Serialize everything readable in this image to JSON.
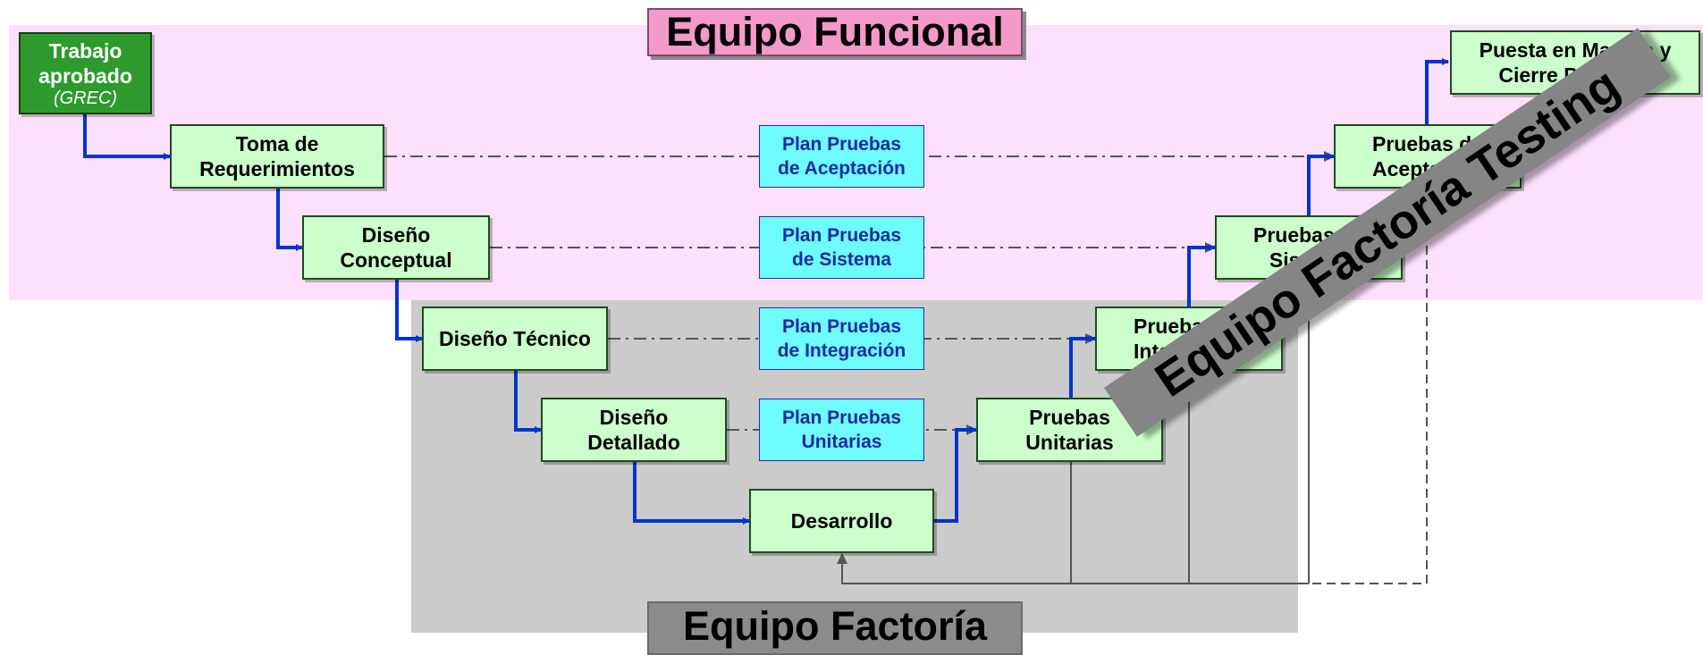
{
  "titles": {
    "equipo_funcional": "Equipo Funcional",
    "equipo_factoria": "Equipo Factoría",
    "equipo_factoria_testing": "Equipo Factoría Testing"
  },
  "nodes": {
    "trabajo_aprobado": {
      "line1": "Trabajo",
      "line2": "aprobado",
      "sub": "(GREC)"
    },
    "toma_requerimientos": {
      "line1": "Toma de",
      "line2": "Requerimientos"
    },
    "diseno_conceptual": {
      "line1": "Diseño",
      "line2": "Conceptual"
    },
    "diseno_tecnico": {
      "line1": "Diseño Técnico"
    },
    "diseno_detallado": {
      "line1": "Diseño",
      "line2": "Detallado"
    },
    "desarrollo": {
      "line1": "Desarrollo"
    },
    "pruebas_unitarias": {
      "line1": "Pruebas",
      "line2": "Unitarias"
    },
    "pruebas_integracion": {
      "line1": "Pruebas de",
      "line2": "Integración"
    },
    "pruebas_sistema": {
      "line1": "Pruebas de",
      "line2": "Sistema"
    },
    "pruebas_aceptacion": {
      "line1": "Pruebas de",
      "line2": "Aceptación"
    },
    "puesta_en_marcha": {
      "line1": "Puesta en Marcha y",
      "line2": "Cierre Proyecto"
    }
  },
  "plans": {
    "aceptacion": {
      "line1": "Plan Pruebas",
      "line2": "de Aceptación"
    },
    "sistema": {
      "line1": "Plan Pruebas",
      "line2": "de Sistema"
    },
    "integracion": {
      "line1": "Plan Pruebas",
      "line2": "de Integración"
    },
    "unitarias": {
      "line1": "Plan Pruebas",
      "line2": "Unitarias"
    }
  },
  "colors": {
    "funcional_band": "#fde0fb",
    "factoria_band": "#cbcbcb",
    "node_fill": "#ccffcc",
    "start_fill": "#2e9a2e",
    "plan_fill": "#6ffcfc",
    "flow_arrow": "#0033cc",
    "feedback_line": "#444444"
  }
}
